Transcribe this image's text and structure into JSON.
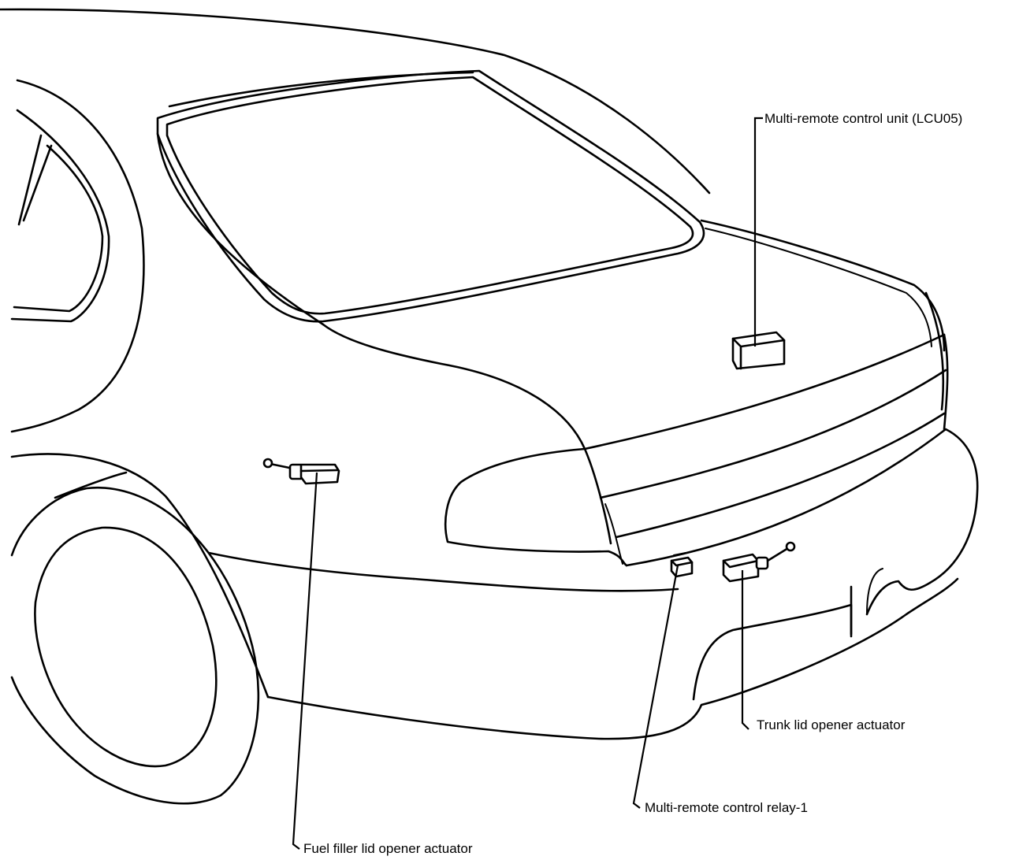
{
  "labels": {
    "multi_remote_control_unit": "Multi-remote control unit (LCU05)",
    "trunk_lid_opener_actuator": "Trunk lid opener actuator",
    "multi_remote_control_relay": "Multi-remote control relay-1",
    "fuel_filler_lid_opener_actuator": "Fuel filler lid opener actuator"
  }
}
